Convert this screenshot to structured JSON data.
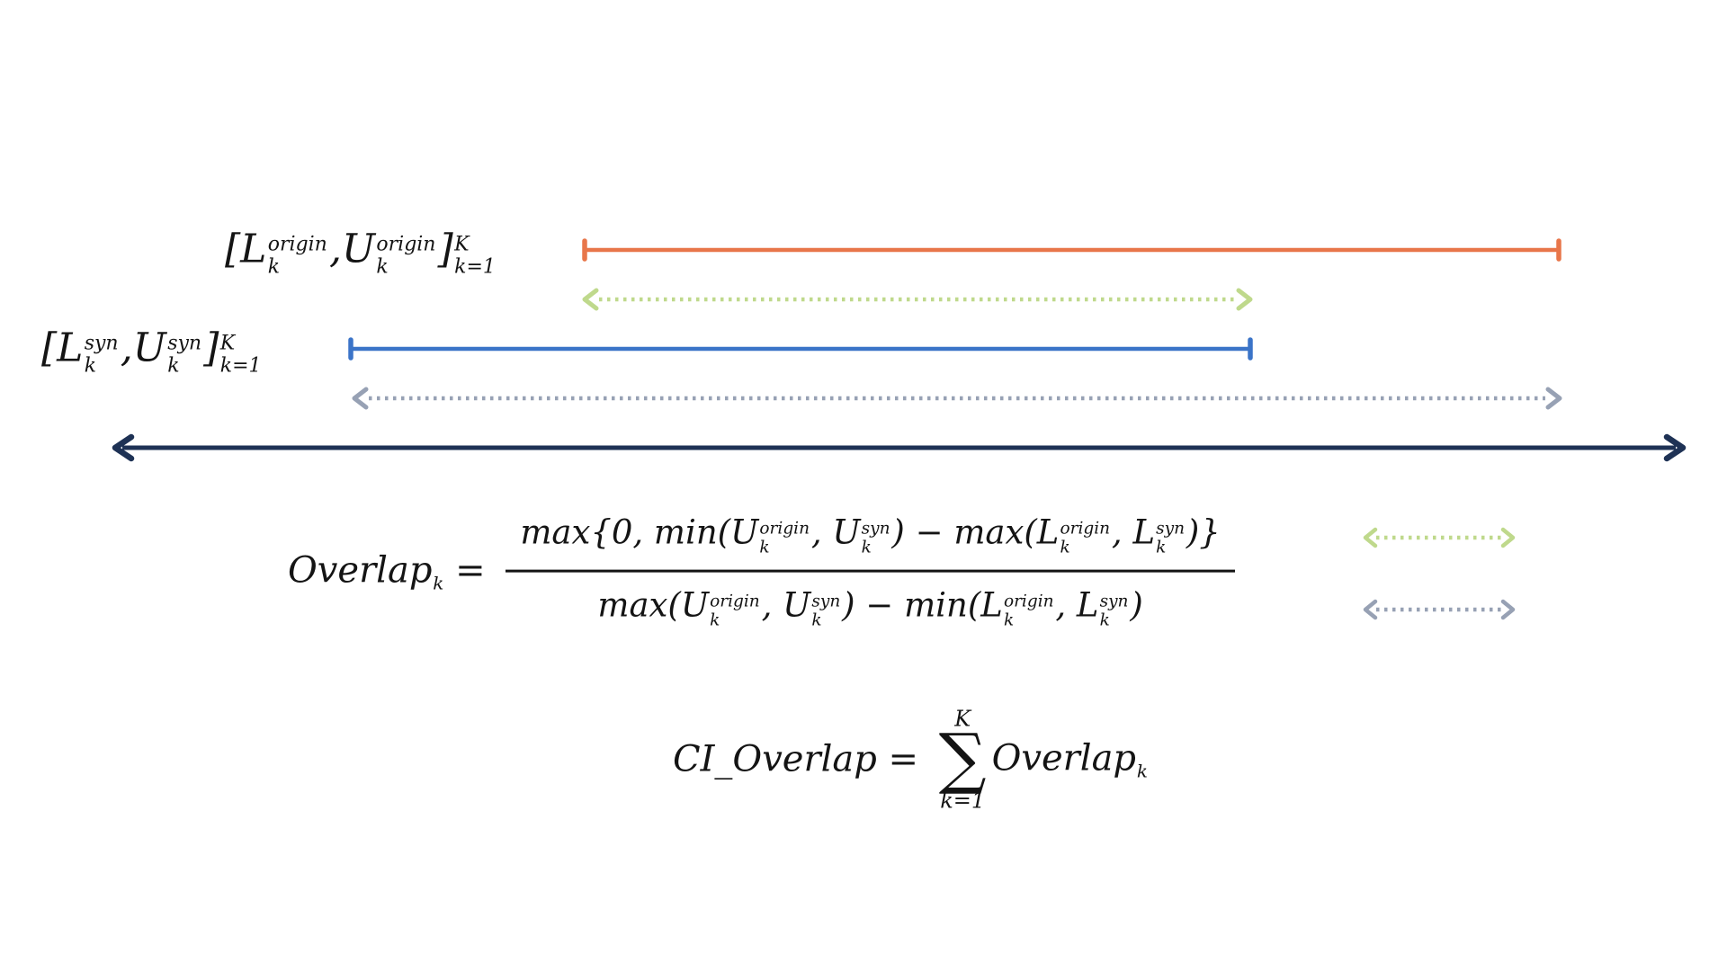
{
  "colors": {
    "origin_line": "#E8764A",
    "syn_line": "#3B74C8",
    "overlap_arrow": "#BFD98C",
    "union_arrow": "#97A1B4",
    "axis_line": "#1E3255",
    "formula_text": "#141414",
    "background": "#FFFFFF"
  },
  "labels": {
    "origin_interval": {
      "tokens": [
        {
          "text": "["
        },
        {
          "base": "L",
          "sup": "origin",
          "sub": "k"
        },
        {
          "text": ","
        },
        {
          "base": "U",
          "sup": "origin",
          "sub": "k"
        },
        {
          "base": "]",
          "sup": "K",
          "sub": "k=1"
        }
      ]
    },
    "syn_interval": {
      "tokens": [
        {
          "text": "["
        },
        {
          "base": "L",
          "sup": "syn",
          "sub": "k"
        },
        {
          "text": ","
        },
        {
          "base": "U",
          "sup": "syn",
          "sub": "k"
        },
        {
          "base": "]",
          "sup": "K",
          "sub": "k=1"
        }
      ]
    }
  },
  "formulas": {
    "overlap": {
      "lhs": [
        {
          "base": "Overlap",
          "sub": "k"
        },
        {
          "text": " = "
        }
      ],
      "numerator": [
        {
          "text": "max{0, min("
        },
        {
          "base": "U",
          "sup": "origin",
          "sub": "k"
        },
        {
          "text": ", "
        },
        {
          "base": "U",
          "sup": "syn",
          "sub": "k"
        },
        {
          "text": ") − max("
        },
        {
          "base": "L",
          "sup": "origin",
          "sub": "k"
        },
        {
          "text": ", "
        },
        {
          "base": "L",
          "sup": "syn",
          "sub": "k"
        },
        {
          "text": ")}"
        }
      ],
      "denominator": [
        {
          "text": "max("
        },
        {
          "base": "U",
          "sup": "origin",
          "sub": "k"
        },
        {
          "text": ", "
        },
        {
          "base": "U",
          "sup": "syn",
          "sub": "k"
        },
        {
          "text": ") − min("
        },
        {
          "base": "L",
          "sup": "origin",
          "sub": "k"
        },
        {
          "text": ", "
        },
        {
          "base": "L",
          "sup": "syn",
          "sub": "k"
        },
        {
          "text": ")"
        }
      ]
    },
    "ci_overlap": {
      "lhs": [
        {
          "text": "CI_Overlap = "
        }
      ],
      "sum": {
        "symbol": "∑",
        "upper": "K",
        "lower": "k=1"
      },
      "rhs": [
        {
          "base": "Overlap",
          "sub": "k"
        }
      ]
    }
  }
}
